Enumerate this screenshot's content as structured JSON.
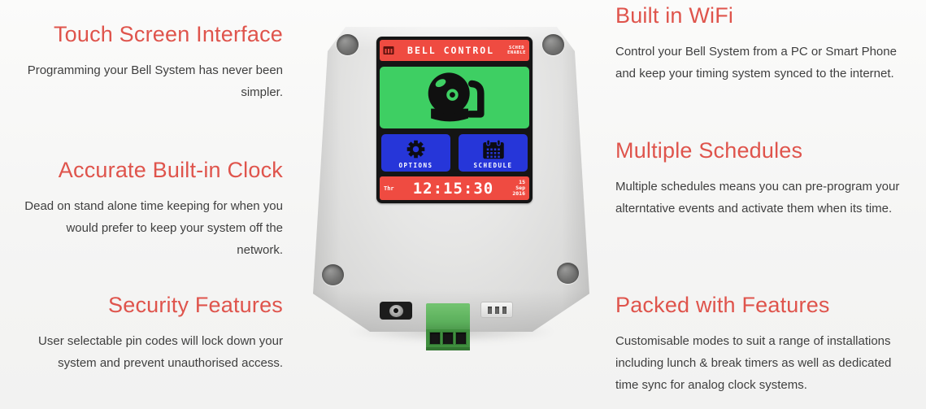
{
  "page": {
    "background_color": "#f5f5f4",
    "accent_color": "#df544c",
    "body_text_color": "#3f3f3f"
  },
  "features": {
    "left": [
      {
        "title": "Touch Screen Interface",
        "body": "Programming your Bell System has never been simpler."
      },
      {
        "title": "Accurate Built-in Clock",
        "body": "Dead on stand alone time keeping for when you would prefer to keep your system off the network."
      },
      {
        "title": "Security Features",
        "body": "User selectable pin codes will lock down your system and prevent unauthorised access."
      }
    ],
    "right": [
      {
        "title": "Built in WiFi",
        "body": "Control your Bell System from a PC or Smart Phone and keep your timing system synced to the internet."
      },
      {
        "title": "Multiple Schedules",
        "body": "Multiple schedules means you can pre-program your alterntative events and activate them when its time."
      },
      {
        "title": "Packed with Features",
        "body": "Customisable modes to suit a range of installations including lunch & break timers as well as dedicated time sync for analog clock systems."
      }
    ]
  },
  "device": {
    "description": "bell controller product render",
    "screen": {
      "colors": {
        "red": "#ef4b41",
        "green": "#3ecf63",
        "blue": "#2636d9",
        "bezel": "#151515"
      },
      "header": {
        "icon": "header-logo-icon",
        "title": "BELL CONTROL",
        "status_line1": "SCHED",
        "status_line2": "ENABLE"
      },
      "main_icon": "alarm-bell-icon",
      "buttons": [
        {
          "icon": "gear-icon",
          "label": "OPTIONS"
        },
        {
          "icon": "calendar-icon",
          "label": "SCHEDULE"
        }
      ],
      "status_bar": {
        "day": "Thr",
        "time": "12:15:30",
        "date_day": "15",
        "date_month": "Sep",
        "date_year": "2016"
      }
    },
    "ports": [
      "dc-power-jack",
      "terminal-block-3pin",
      "pin-header-connector"
    ]
  }
}
